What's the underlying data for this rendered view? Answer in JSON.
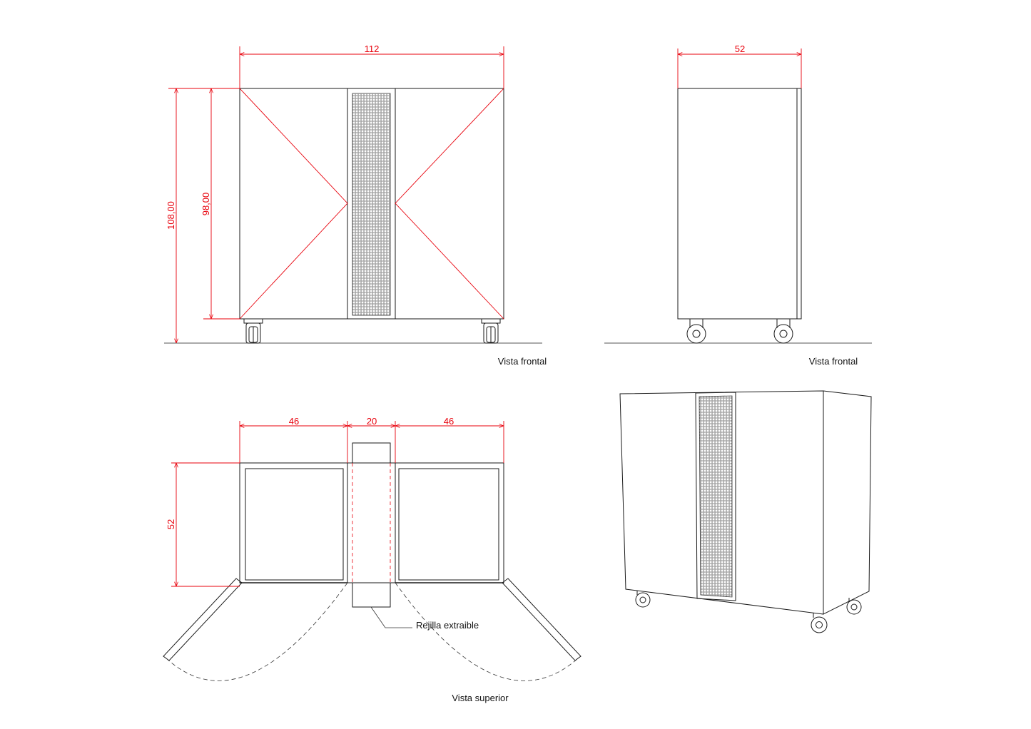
{
  "front_view": {
    "width_dim": "112",
    "total_height_dim": "108,00",
    "body_height_dim": "98,00",
    "caption": "Vista frontal"
  },
  "side_view": {
    "depth_dim": "52",
    "caption": "Vista frontal"
  },
  "top_view": {
    "left_door_dim": "46",
    "grille_dim": "20",
    "right_door_dim": "46",
    "depth_dim": "52",
    "grille_label": "Rejilla extraible",
    "caption": "Vista superior"
  },
  "colors": {
    "dimension": "#e8000b",
    "line": "#1a1a1a"
  }
}
